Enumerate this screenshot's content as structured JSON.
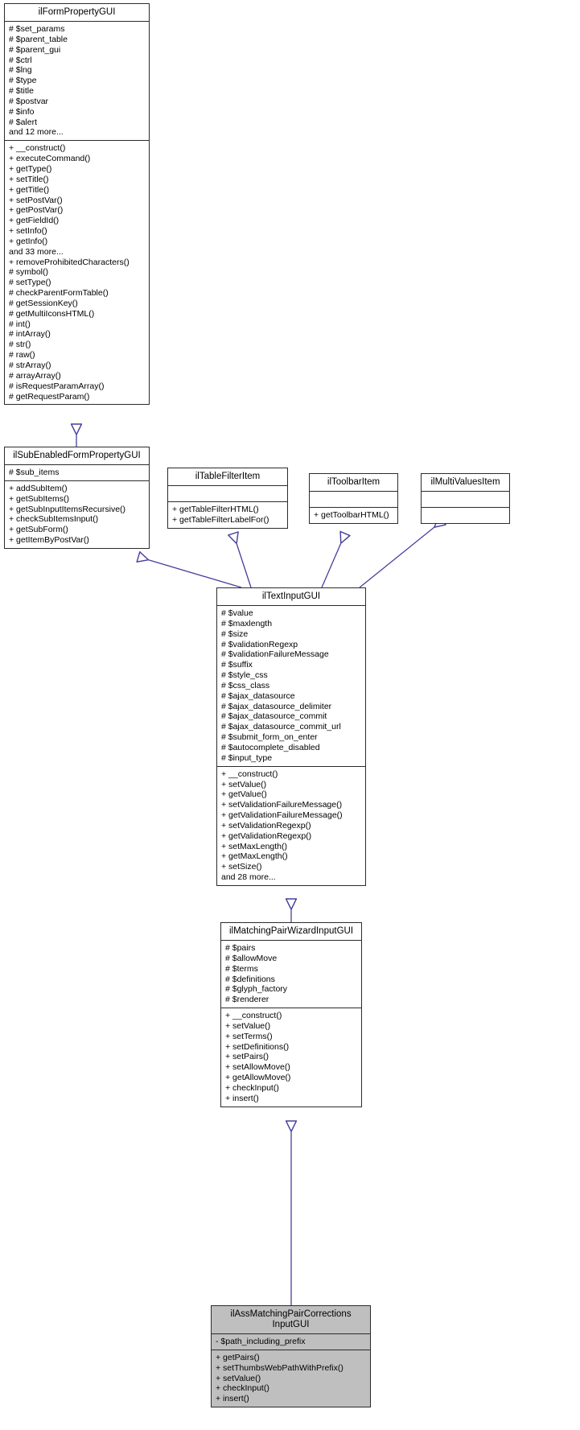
{
  "diagram": {
    "kind": "uml-class-inheritance-diagram",
    "title": "ilAssMatchingPairCorrectionsInputGUI inheritance graph",
    "edge_color": "#463f9b",
    "highlight_fill": "#bfbfbf",
    "border_color": "#2b2b2b"
  },
  "classes": {
    "ilFormPropertyGUI": {
      "name": "ilFormPropertyGUI",
      "attributes": [
        "# $set_params",
        "# $parent_table",
        "# $parent_gui",
        "# $ctrl",
        "# $lng",
        "# $type",
        "# $title",
        "# $postvar",
        "# $info",
        "# $alert",
        "and 12 more..."
      ],
      "operations": [
        "+ __construct()",
        "+ executeCommand()",
        "+ getType()",
        "+ setTitle()",
        "+ getTitle()",
        "+ setPostVar()",
        "+ getPostVar()",
        "+ getFieldId()",
        "+ setInfo()",
        "+ getInfo()",
        "and 33 more...",
        "+ removeProhibitedCharacters()",
        "# symbol()",
        "# setType()",
        "# checkParentFormTable()",
        "# getSessionKey()",
        "# getMultiIconsHTML()",
        "# int()",
        "# intArray()",
        "# str()",
        "# raw()",
        "# strArray()",
        "# arrayArray()",
        "# isRequestParamArray()",
        "# getRequestParam()"
      ]
    },
    "ilSubEnabledFormPropertyGUI": {
      "name": "ilSubEnabledFormPropertyGUI",
      "attributes": [
        "# $sub_items"
      ],
      "operations": [
        "+ addSubItem()",
        "+ getSubItems()",
        "+ getSubInputItemsRecursive()",
        "+ checkSubItemsInput()",
        "+ getSubForm()",
        "+ getItemByPostVar()"
      ]
    },
    "ilTableFilterItem": {
      "name": "ilTableFilterItem",
      "attributes": [],
      "operations": [
        "+ getTableFilterHTML()",
        "+ getTableFilterLabelFor()"
      ]
    },
    "ilToolbarItem": {
      "name": "ilToolbarItem",
      "attributes": [],
      "operations": [
        "+ getToolbarHTML()"
      ]
    },
    "ilMultiValuesItem": {
      "name": "ilMultiValuesItem",
      "attributes": [],
      "operations": []
    },
    "ilTextInputGUI": {
      "name": "ilTextInputGUI",
      "attributes": [
        "# $value",
        "# $maxlength",
        "# $size",
        "# $validationRegexp",
        "# $validationFailureMessage",
        "# $suffix",
        "# $style_css",
        "# $css_class",
        "# $ajax_datasource",
        "# $ajax_datasource_delimiter",
        "# $ajax_datasource_commit",
        "# $ajax_datasource_commit_url",
        "# $submit_form_on_enter",
        "# $autocomplete_disabled",
        "# $input_type"
      ],
      "operations": [
        "+ __construct()",
        "+ setValue()",
        "+ getValue()",
        "+ setValidationFailureMessage()",
        "+ getValidationFailureMessage()",
        "+ setValidationRegexp()",
        "+ getValidationRegexp()",
        "+ setMaxLength()",
        "+ getMaxLength()",
        "+ setSize()",
        "and 28 more..."
      ]
    },
    "ilMatchingPairWizardInputGUI": {
      "name": "ilMatchingPairWizardInputGUI",
      "attributes": [
        "# $pairs",
        "# $allowMove",
        "# $terms",
        "# $definitions",
        "# $glyph_factory",
        "# $renderer"
      ],
      "operations": [
        "+ __construct()",
        "+ setValue()",
        "+ setTerms()",
        "+ setDefinitions()",
        "+ setPairs()",
        "+ setAllowMove()",
        "+ getAllowMove()",
        "+ checkInput()",
        "+ insert()"
      ]
    },
    "ilAssMatchingPairCorrectionsInputGUI": {
      "name": "ilAssMatchingPairCorrections\nInputGUI",
      "name_line1": "ilAssMatchingPairCorrections",
      "name_line2": "InputGUI",
      "attributes": [
        "- $path_including_prefix"
      ],
      "operations": [
        "+ getPairs()",
        "+ setThumbsWebPathWithPrefix()",
        "+ setValue()",
        "+ checkInput()",
        "+ insert()"
      ]
    }
  }
}
